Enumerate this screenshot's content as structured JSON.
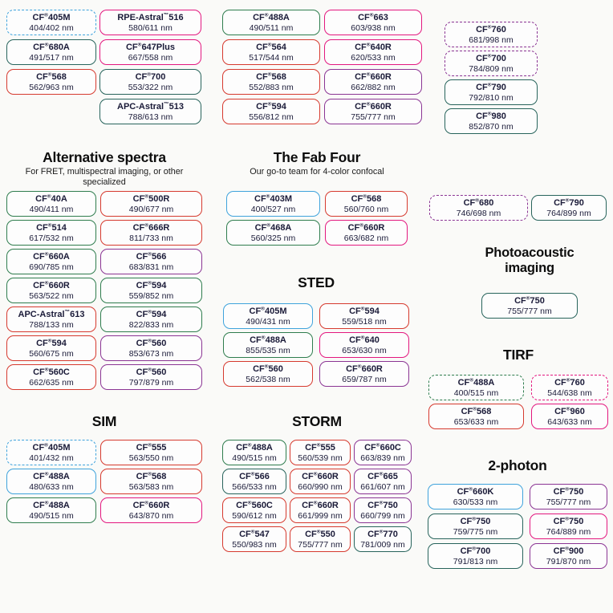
{
  "palette": {
    "blue": "#3fa3dc",
    "green": "#2f7d4e",
    "teal": "#28645c",
    "red": "#d63a2f",
    "pink": "#e3187f",
    "purple": "#8b3594"
  },
  "top": {
    "g1": {
      "pills": [
        {
          "name": "CF®405M",
          "nm": "404/402 nm",
          "color": "blue",
          "dashed": true
        },
        {
          "name": "CF®680A",
          "nm": "491/517 nm",
          "color": "teal"
        },
        {
          "name": "CF®568",
          "nm": "562/963 nm",
          "color": "red"
        }
      ]
    },
    "g2": {
      "pills": [
        {
          "name": "RPE-Astral™516",
          "nm": "580/611 nm",
          "color": "pink"
        },
        {
          "name": "CF®647Plus",
          "nm": "667/558 nm",
          "color": "pink"
        },
        {
          "name": "CF®700",
          "nm": "553/322 nm",
          "color": "teal"
        },
        {
          "name": "APC-Astral™513",
          "nm": "788/613 nm",
          "color": "teal"
        }
      ]
    },
    "g3": {
      "pills": [
        {
          "name": "CF®488A",
          "nm": "490/511 nm",
          "color": "green"
        },
        {
          "name": "CF®564",
          "nm": "517/544 nm",
          "color": "red"
        },
        {
          "name": "CF®568",
          "nm": "552/883 nm",
          "color": "red"
        },
        {
          "name": "CF®594",
          "nm": "556/812 nm",
          "color": "red"
        }
      ]
    },
    "g4": {
      "pills": [
        {
          "name": "CF®663",
          "nm": "603/938 nm",
          "color": "pink"
        },
        {
          "name": "CF®640R",
          "nm": "620/533 nm",
          "color": "pink"
        },
        {
          "name": "CF®660R",
          "nm": "662/882 nm",
          "color": "purple"
        },
        {
          "name": "CF®660R",
          "nm": "755/777 nm",
          "color": "purple"
        }
      ]
    },
    "g5": {
      "pills": [
        {
          "name": "CF®760",
          "nm": "681/998 nm",
          "color": "purple",
          "dashed": true
        },
        {
          "name": "CF®700",
          "nm": "784/809 nm",
          "color": "purple",
          "dashed": true
        },
        {
          "name": "CF®790",
          "nm": "792/810 nm",
          "color": "teal"
        },
        {
          "name": "CF®980",
          "nm": "852/870 nm",
          "color": "teal"
        }
      ]
    }
  },
  "alt": {
    "title": "Alternative spectra",
    "subtitle": "For FRET, multispectral imaging, or other specialized",
    "pills": [
      {
        "name": "CF®40A",
        "nm": "490/411 nm",
        "color": "green"
      },
      {
        "name": "CF®500R",
        "nm": "490/677 nm",
        "color": "red"
      },
      {
        "name": "CF®514",
        "nm": "617/532 nm",
        "color": "green"
      },
      {
        "name": "CF®666R",
        "nm": "811/733 nm",
        "color": "red"
      },
      {
        "name": "CF®660A",
        "nm": "690/785 nm",
        "color": "green"
      },
      {
        "name": "CF®566",
        "nm": "683/831 nm",
        "color": "purple"
      },
      {
        "name": "CF®660R",
        "nm": "563/522 nm",
        "color": "green"
      },
      {
        "name": "CF®594",
        "nm": "559/852 nm",
        "color": "green"
      },
      {
        "name": "APC-Astral™613",
        "nm": "788/133 nm",
        "color": "red"
      },
      {
        "name": "CF®594",
        "nm": "822/833 nm",
        "color": "green"
      },
      {
        "name": "CF®594",
        "nm": "560/675 nm",
        "color": "red"
      },
      {
        "name": "CF®560",
        "nm": "853/673 nm",
        "color": "purple"
      },
      {
        "name": "CF®560C",
        "nm": "662/635 nm",
        "color": "red"
      },
      {
        "name": "CF®560",
        "nm": "797/879 nm",
        "color": "purple"
      }
    ]
  },
  "fab": {
    "title": "The Fab Four",
    "subtitle": "Our go-to team for 4-color confocal",
    "pills": [
      {
        "name": "CF®403M",
        "nm": "400/527 nm",
        "color": "blue"
      },
      {
        "name": "CF®568",
        "nm": "560/760 nm",
        "color": "red"
      },
      {
        "name": "CF®468A",
        "nm": "560/325 nm",
        "color": "green"
      },
      {
        "name": "CF®660R",
        "nm": "663/682 nm",
        "color": "pink"
      }
    ]
  },
  "sted": {
    "title": "STED",
    "pills": [
      {
        "name": "CF®405M",
        "nm": "490/431 nm",
        "color": "blue"
      },
      {
        "name": "CF®594",
        "nm": "559/518 nm",
        "color": "red"
      },
      {
        "name": "CF®488A",
        "nm": "855/535 nm",
        "color": "green"
      },
      {
        "name": "CF®640",
        "nm": "653/630 nm",
        "color": "pink"
      },
      {
        "name": "CF®560",
        "nm": "562/538 nm",
        "color": "red"
      },
      {
        "name": "CF®660R",
        "nm": "659/787 nm",
        "color": "purple"
      }
    ]
  },
  "sim": {
    "title": "SIM",
    "pills": [
      {
        "name": "CF®405M",
        "nm": "401/432 nm",
        "color": "blue",
        "dashed": true
      },
      {
        "name": "CF®555",
        "nm": "563/550 nm",
        "color": "red"
      },
      {
        "name": "CF®488A",
        "nm": "480/633 nm",
        "color": "blue"
      },
      {
        "name": "CF®568",
        "nm": "563/583 nm",
        "color": "red"
      },
      {
        "name": "CF®488A",
        "nm": "490/515 nm",
        "color": "green"
      },
      {
        "name": "CF®660R",
        "nm": "643/870 nm",
        "color": "pink"
      }
    ]
  },
  "storm": {
    "title": "STORM",
    "pills": [
      {
        "name": "CF®488A",
        "nm": "490/515 nm",
        "color": "green"
      },
      {
        "name": "CF®555",
        "nm": "560/539 nm",
        "color": "red"
      },
      {
        "name": "CF®660C",
        "nm": "663/839 nm",
        "color": "purple"
      },
      {
        "name": "CF®566",
        "nm": "566/533 nm",
        "color": "teal"
      },
      {
        "name": "CF®660R",
        "nm": "660/990 nm",
        "color": "red"
      },
      {
        "name": "CF®665",
        "nm": "661/607 nm",
        "color": "purple"
      },
      {
        "name": "CF®560C",
        "nm": "590/612 nm",
        "color": "red"
      },
      {
        "name": "CF®660R",
        "nm": "661/999 nm",
        "color": "red"
      },
      {
        "name": "CF®750",
        "nm": "660/799 nm",
        "color": "purple"
      },
      {
        "name": "CF®547",
        "nm": "550/983 nm",
        "color": "red"
      },
      {
        "name": "CF®550",
        "nm": "755/777 nm",
        "color": "red"
      },
      {
        "name": "CF®770",
        "nm": "781/009 nm",
        "color": "teal"
      }
    ]
  },
  "pair": {
    "pills": [
      {
        "name": "CF®680",
        "nm": "746/698 nm",
        "color": "purple",
        "dashed": true
      },
      {
        "name": "CF®790",
        "nm": "764/899 nm",
        "color": "teal"
      }
    ]
  },
  "photo": {
    "title": "Photoacoustic imaging",
    "pills": [
      {
        "name": "CF®750",
        "nm": "755/777 nm",
        "color": "teal"
      }
    ]
  },
  "tirf": {
    "title": "TIRF",
    "pills": [
      {
        "name": "CF®488A",
        "nm": "400/515 nm",
        "color": "green",
        "dashed": true
      },
      {
        "name": "CF®760",
        "nm": "544/638 nm",
        "color": "pink",
        "dashed": true
      },
      {
        "name": "CF®568",
        "nm": "653/633 nm",
        "color": "red"
      },
      {
        "name": "CF®960",
        "nm": "643/633 nm",
        "color": "pink"
      }
    ]
  },
  "twophoton": {
    "title": "2-photon",
    "pills": [
      {
        "name": "CF®660K",
        "nm": "630/533 nm",
        "color": "blue"
      },
      {
        "name": "CF®750",
        "nm": "755/777 nm",
        "color": "purple"
      },
      {
        "name": "CF®750",
        "nm": "759/775 nm",
        "color": "teal"
      },
      {
        "name": "CF®750",
        "nm": "764/889 nm",
        "color": "pink"
      },
      {
        "name": "CF®700",
        "nm": "791/813 nm",
        "color": "teal"
      },
      {
        "name": "CF®900",
        "nm": "791/870 nm",
        "color": "purple"
      }
    ]
  }
}
